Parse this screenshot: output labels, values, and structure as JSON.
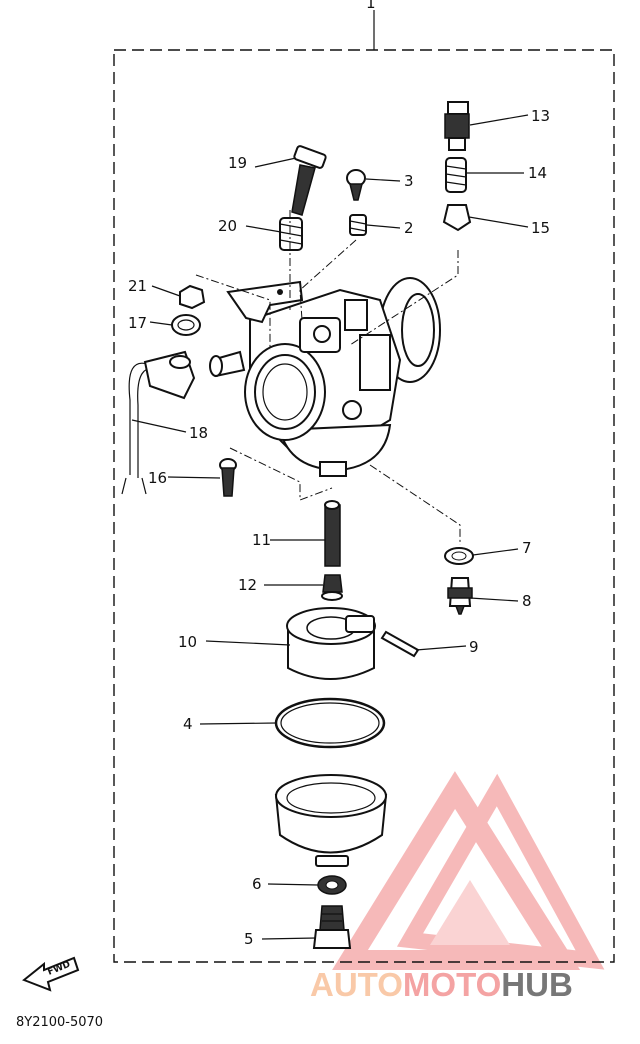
{
  "diagram": {
    "part_labels": [
      "1",
      "2",
      "3",
      "4",
      "5",
      "6",
      "7",
      "8",
      "9",
      "10",
      "11",
      "12",
      "13",
      "14",
      "15",
      "16",
      "17",
      "18",
      "19",
      "20",
      "21"
    ],
    "diagram_code": "8Y2100-5070",
    "forward_arrow_text": "FWD"
  },
  "watermark": {
    "word_part1": "AUTO",
    "word_part2": "MOTO",
    "word_part3": "HUB",
    "color_light": "#f9c9a8",
    "color_mid": "#f4a3a3",
    "color_dark": "#777777"
  }
}
